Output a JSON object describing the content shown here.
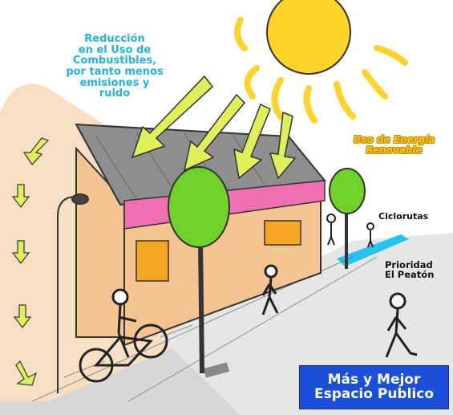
{
  "labels": {
    "fuel_reduction": [
      "Reducción",
      "en el Uso de",
      "Combustibles,",
      "por tanto menos",
      "emisiones y",
      "ruido"
    ],
    "renewable_energy": [
      "Uso de Energía",
      "Renovable"
    ],
    "bike_lanes": "Ciclorutas",
    "pedestrian_priority": [
      "Prioridad",
      "El Peatón"
    ]
  },
  "banner": {
    "line1": "Más y Mejor",
    "line2": "Espacio Publico"
  },
  "colors": {
    "sun": "#ffd42a",
    "sky_text": "#21b4e3",
    "banner": "#1b4fd8",
    "house": "#f3c391",
    "awning": "#f06fb0",
    "tree": "#6fd12a",
    "arrow": "#dff05a"
  }
}
